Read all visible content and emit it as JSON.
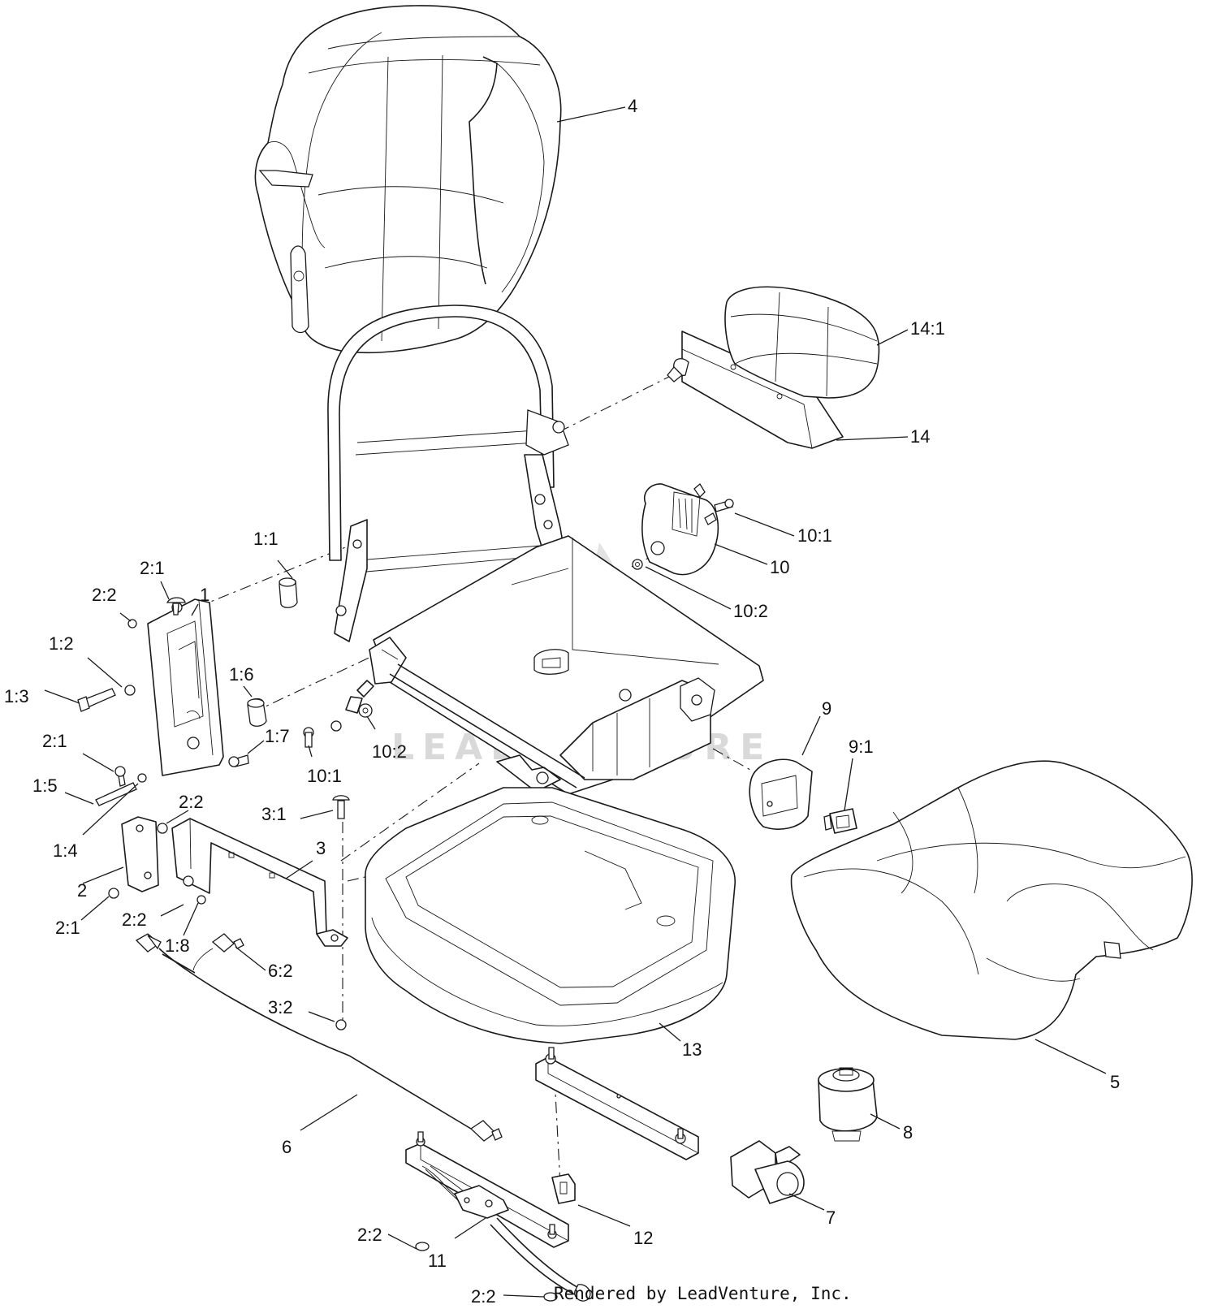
{
  "diagram": {
    "callouts": [
      {
        "id": "4",
        "label": "4"
      },
      {
        "id": "14-1",
        "label": "14:1"
      },
      {
        "id": "14",
        "label": "14"
      },
      {
        "id": "10-1-top",
        "label": "10:1"
      },
      {
        "id": "10",
        "label": "10"
      },
      {
        "id": "10-2-top",
        "label": "10:2"
      },
      {
        "id": "1-1",
        "label": "1:1"
      },
      {
        "id": "2-1-top",
        "label": "2:1"
      },
      {
        "id": "2-2-top",
        "label": "2:2"
      },
      {
        "id": "1",
        "label": "1"
      },
      {
        "id": "1-2",
        "label": "1:2"
      },
      {
        "id": "1-3",
        "label": "1:3"
      },
      {
        "id": "1-6",
        "label": "1:6"
      },
      {
        "id": "1-7",
        "label": "1:7"
      },
      {
        "id": "10-1-mid",
        "label": "10:1"
      },
      {
        "id": "10-2-mid",
        "label": "10:2"
      },
      {
        "id": "2-1-mid",
        "label": "2:1"
      },
      {
        "id": "1-5",
        "label": "1:5"
      },
      {
        "id": "2-2-mid",
        "label": "2:2"
      },
      {
        "id": "1-4",
        "label": "1:4"
      },
      {
        "id": "3-1",
        "label": "3:1"
      },
      {
        "id": "3",
        "label": "3"
      },
      {
        "id": "9",
        "label": "9"
      },
      {
        "id": "9-1",
        "label": "9:1"
      },
      {
        "id": "2",
        "label": "2"
      },
      {
        "id": "2-1-low",
        "label": "2:1"
      },
      {
        "id": "2-2-low",
        "label": "2:2"
      },
      {
        "id": "1-8",
        "label": "1:8"
      },
      {
        "id": "6-2",
        "label": "6:2"
      },
      {
        "id": "3-2",
        "label": "3:2"
      },
      {
        "id": "13",
        "label": "13"
      },
      {
        "id": "5",
        "label": "5"
      },
      {
        "id": "8",
        "label": "8"
      },
      {
        "id": "6",
        "label": "6"
      },
      {
        "id": "7",
        "label": "7"
      },
      {
        "id": "12",
        "label": "12"
      },
      {
        "id": "2-2-bot1",
        "label": "2:2"
      },
      {
        "id": "11",
        "label": "11"
      },
      {
        "id": "2-2-bot2",
        "label": "2:2"
      }
    ],
    "credit": "Rendered by LeadVenture, Inc.",
    "watermark": "LEADVENTURE"
  }
}
